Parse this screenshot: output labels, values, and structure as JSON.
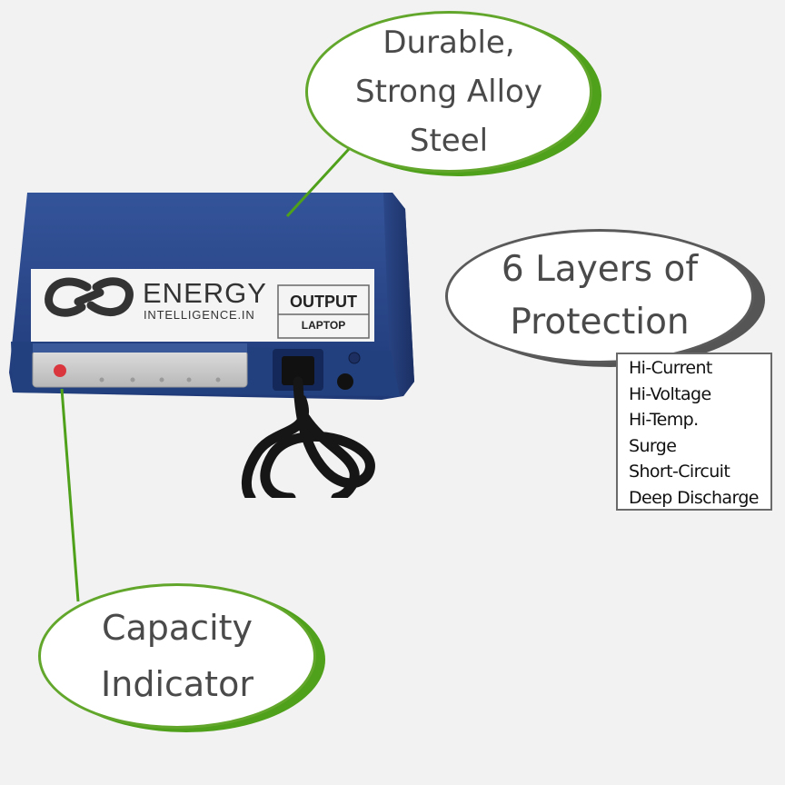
{
  "callouts": {
    "durable": [
      "Durable,",
      "Strong Alloy",
      "Steel"
    ],
    "layers": [
      "6 Layers of",
      "Protection"
    ],
    "capacity": [
      "Capacity",
      "Indicator"
    ]
  },
  "protection_list": [
    "Hi-Current",
    "Hi-Voltage",
    "Hi-Temp.",
    "Surge",
    "Short-Circuit",
    "Deep Discharge"
  ],
  "device_label": {
    "brand": "ENERGY",
    "domain": "INTELLIGENCE.IN",
    "output": "OUTPUT",
    "device": "LAPTOP"
  },
  "colors": {
    "background": "#f2f2f2",
    "device_blue": "#2d4a8c",
    "green_accent": "#62a72c",
    "gray_accent": "#555555"
  }
}
